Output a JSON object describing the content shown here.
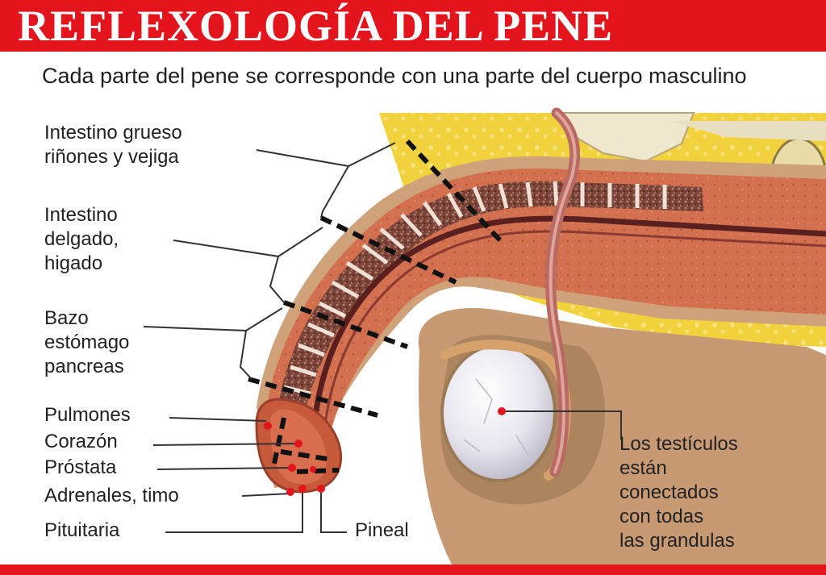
{
  "title": "REFLEXOLOGÍA DEL PENE",
  "subtitle": "Cada parte del pene se corresponde con una parte del cuerpo masculino",
  "labels": {
    "intestino_grueso": "Intestino grueso\nriñones y vejiga",
    "intestino_delgado": "Intestino\ndelgado,\nhigado",
    "bazo": "Bazo\nestómago\npancreas",
    "pulmones": "Pulmones",
    "corazon": "Corazón",
    "prostata": "Próstata",
    "adrenales": "Adrenales, timo",
    "pituitaria": "Pituitaria",
    "pineal": "Pineal",
    "testiculos": "Los testículos\nestán\nconectados\ncon todas\nlas grandulas"
  },
  "colors": {
    "title_bar": "#e3141c",
    "marker_dot": "#e3141c",
    "fat": "#f2d23c",
    "skin": "#c9956a",
    "tissue": "#d2704f",
    "sponge": "#7a4538"
  }
}
